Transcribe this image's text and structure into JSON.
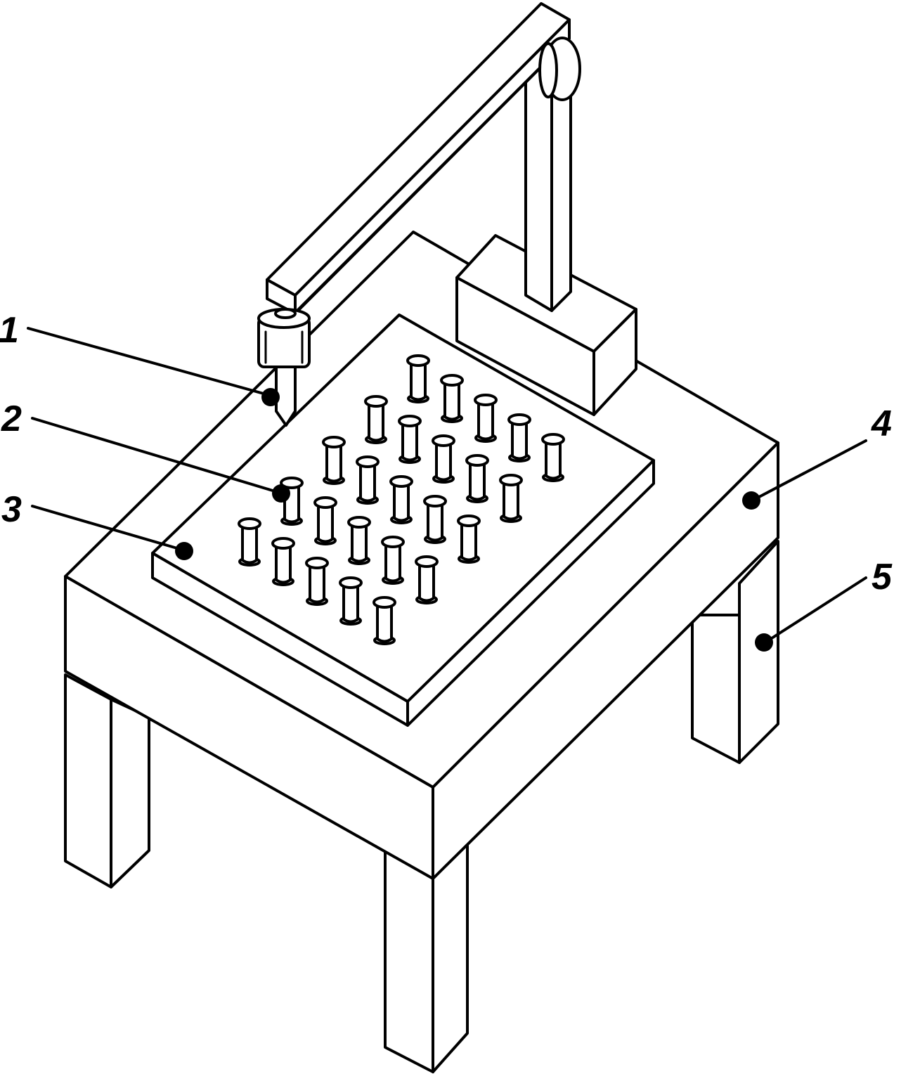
{
  "callouts": [
    {
      "id": "1",
      "label": "1"
    },
    {
      "id": "2",
      "label": "2"
    },
    {
      "id": "3",
      "label": "3"
    },
    {
      "id": "4",
      "label": "4"
    },
    {
      "id": "5",
      "label": "5"
    }
  ],
  "colors": {
    "line": "#000000",
    "fill": "#ffffff"
  }
}
